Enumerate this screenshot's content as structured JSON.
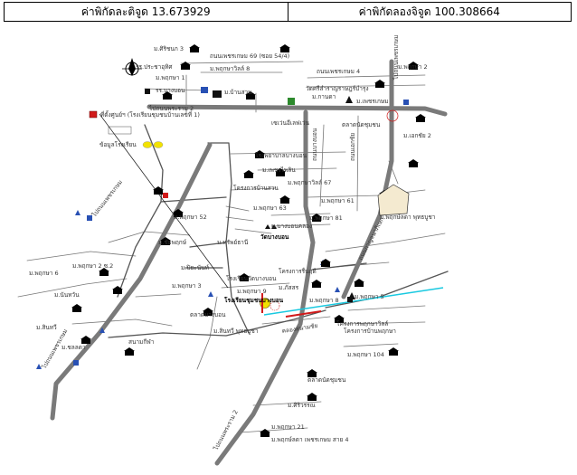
{
  "coordinates": {
    "latitude_label": "ค่าพิกัดละติจูด 13.673929",
    "longitude_label": "ค่าพิกัดลองจิจูด 100.308664"
  },
  "legend": {
    "target_label": "ที่ตั้งศูนย์ฯ (โรงเรียนชุมชนบ้านเลขที่ 1)",
    "school_label": "ข้อมูลโรงเรียน"
  },
  "colors": {
    "main_road": "#7a7a7a",
    "water_line": "#19c9e0",
    "target_marker": "#d11a1a",
    "school_marker": "#f2e200"
  },
  "labels": {
    "road_top": "ถนนเพชรเกษม 69 (ซอย 54/4)",
    "road_top2": "ถนนเพชรเกษม 4",
    "road_left_name": "ไปถนนพระราม 2",
    "road_left_branch": "ไปถนนเพชรเกษม",
    "road_vertical_left": "ถนนบางบอน",
    "road_vertical_right": "ถนนเอกชัย",
    "road_diag": "ถนนกาญจนาภิเษก",
    "road_vertical_right2": "ไปถนนเพชรเกษม",
    "road_bottom": "ไปถนนพระราม 2",
    "canal": "คลองสนามชัย",
    "place_1": "ม.ศิริชนก 3",
    "place_2": "ม.พฤกษาวิลล์ 8",
    "place_3": "รร.ประชาอุทิศ",
    "place_4": "ม.พฤกษา 1",
    "place_5": "รร.บางบอน",
    "place_6": "ม.บ้านสวน",
    "place_7": "วัดศรีสำราญราษฎร์บำรุง",
    "place_8": "ม.กานดา",
    "place_9": "ม.เพชรเกษม",
    "place_10": "เซเว่นอีเลฟเว่น",
    "place_11": "ตลาดนัดชุมชน",
    "place_12": "ม.พฤกษา 2",
    "place_13": "ม.เอกชัย 2",
    "place_14": "โรงพยาบาลบางบอน",
    "place_15": "ม.พฤกษาวิลล์ 67",
    "place_16": "ม.เพชรไพลิน",
    "place_17": "โครงการบ้านสวน",
    "place_18": "ม.พฤกษา 61",
    "place_19": "ม.พฤกษา 63",
    "place_20": "ม.พฤกษา 81",
    "place_21": "ม.บางบอนคลอง",
    "place_22": "ม.พฤกษา 52",
    "place_23": "วัดบางบอน",
    "place_24": "ม.ทรัพย์ธานี",
    "place_25": "ม.ชัยพฤกษ์",
    "place_26": "ม.ปิยะนันท์",
    "place_27": "ม.พฤกษา 2 ซ.2",
    "place_28": "ม.พฤกษา 6",
    "place_29": "ม.นันทวัน",
    "place_30": "ม.สินทวี",
    "place_31": "ม.ชลลดา",
    "place_32": "สนามกีฬา",
    "place_33": "ม.พฤกษา 3",
    "place_34": "โรงเรียนวัดบางบอน",
    "place_35": "ม.พฤกษา 9",
    "place_36": "ม.ภัสสร",
    "place_37": "ตลาดบางบอน",
    "place_38": "ม.สินทวี พุทธบูชา",
    "place_39": "ม.พฤกษ์ลดา พุทธบูชา",
    "place_40": "โรงเรียนชุมชนบางบอน",
    "place_41": "ม.พฤกษา 8",
    "place_42": "โครงการรื่นฤดี",
    "place_43": "ม.พฤกษา 5",
    "place_44": "โครงการบ้านพฤกษา",
    "place_45": "ม.พฤกษา 104",
    "place_46": "โครงการพฤกษาวิลล์",
    "place_47": "ตลาดนัดชุมชน",
    "place_48": "ม.พฤกษ์ลดา เพชรเกษม สาย 4",
    "place_49": "ม.พฤกษา 21",
    "place_50": "ม.ศิริวรรณ"
  }
}
